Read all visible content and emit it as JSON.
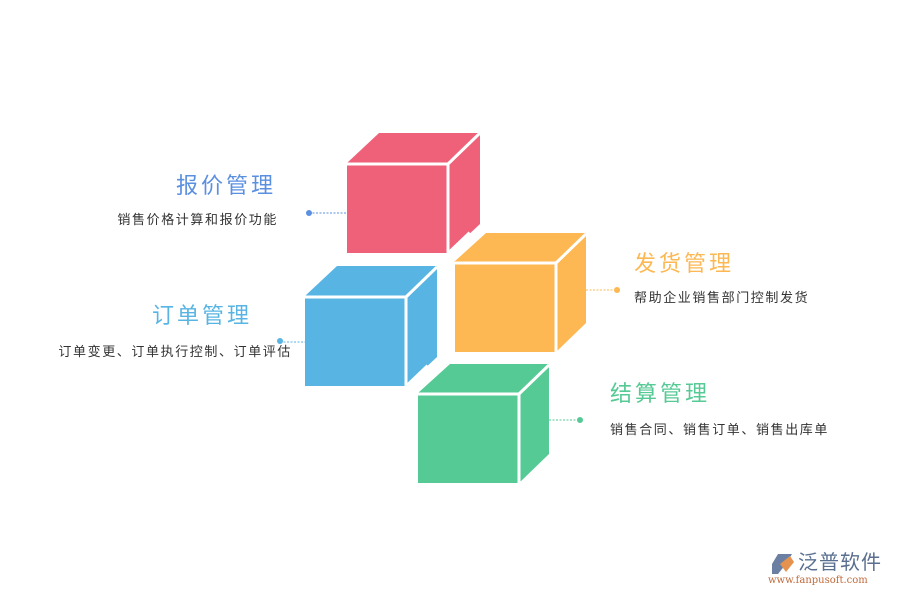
{
  "colors": {
    "pink": "#EE6179",
    "blue": "#58B4E3",
    "orange": "#FDB853",
    "green": "#56CA94",
    "title_pink_text": "#5B8FE0",
    "title_blue_text": "#58B4E3",
    "title_orange_text": "#FDB853",
    "title_green_text": "#56CA94",
    "desc_text": "#333333"
  },
  "modules": [
    {
      "id": "quote",
      "title": "报价管理",
      "description": "销售价格计算和报价功能",
      "color": "#EE6179",
      "side": "left"
    },
    {
      "id": "order",
      "title": "订单管理",
      "description": "订单变更、订单执行控制、订单评估",
      "color": "#58B4E3",
      "side": "left"
    },
    {
      "id": "shipping",
      "title": "发货管理",
      "description": "帮助企业销售部门控制发货",
      "color": "#FDB853",
      "side": "right"
    },
    {
      "id": "settlement",
      "title": "结算管理",
      "description": "销售合同、销售订单、销售出库单",
      "color": "#56CA94",
      "side": "right"
    }
  ],
  "logo": {
    "name": "泛普软件",
    "url": "www.fanpusoft.com"
  }
}
